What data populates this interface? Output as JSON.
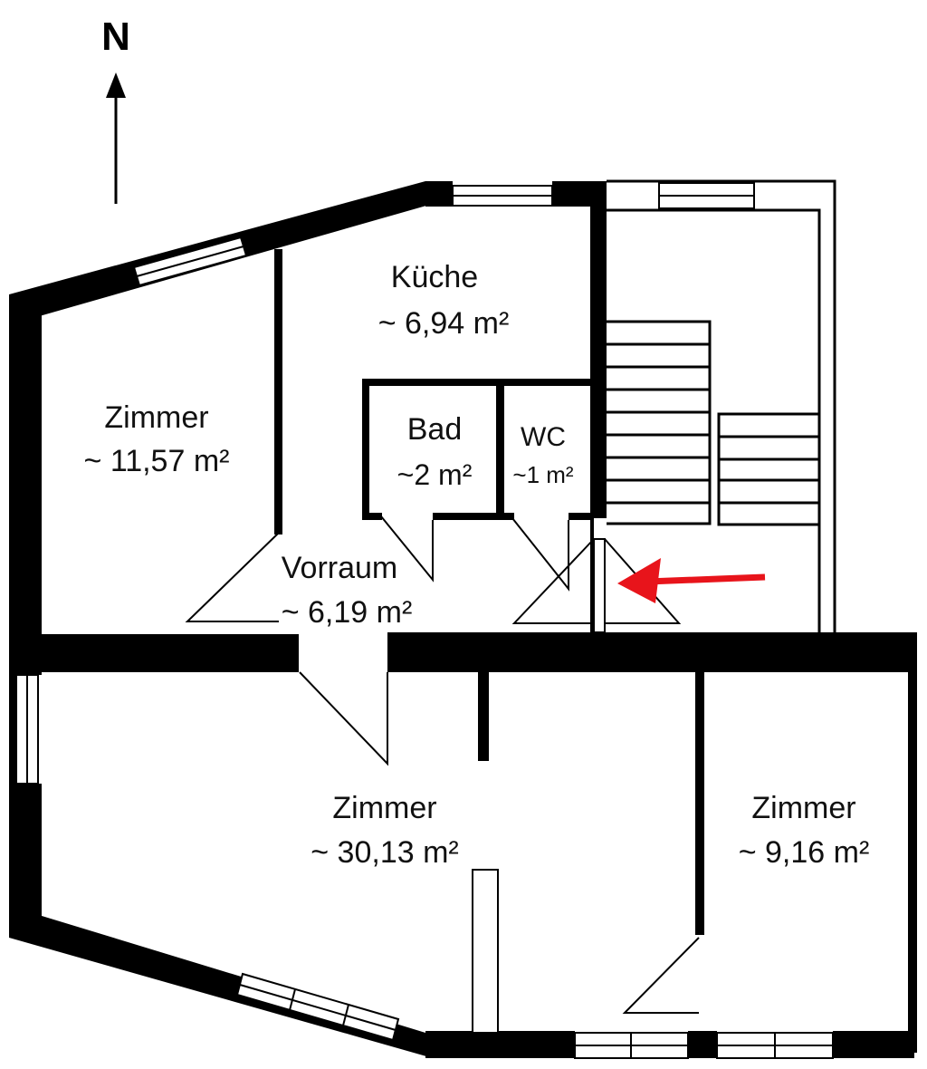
{
  "compass": {
    "label": "N"
  },
  "rooms": {
    "kitchen": {
      "name": "Küche",
      "area": "~ 6,94 m²"
    },
    "room_small_west": {
      "name": "Zimmer",
      "area": "~ 11,57 m²"
    },
    "bath": {
      "name": "Bad",
      "area": "~2 m²"
    },
    "wc": {
      "name": "WC",
      "area": "~1 m²"
    },
    "hall": {
      "name": "Vorraum",
      "area": "~ 6,19 m²"
    },
    "room_large": {
      "name": "Zimmer",
      "area": "~ 30,13 m²"
    },
    "room_east": {
      "name": "Zimmer",
      "area": "~ 9,16 m²"
    }
  },
  "colors": {
    "walls": "#000000",
    "entrance_arrow": "#e8141b",
    "background": "#ffffff"
  },
  "icons": {
    "compass": "north-arrow-icon",
    "entrance": "entrance-arrow-icon"
  }
}
